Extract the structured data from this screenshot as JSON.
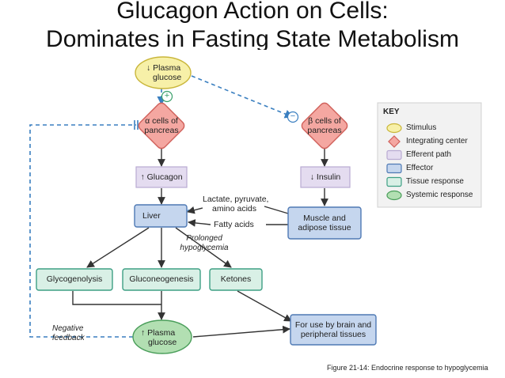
{
  "title": {
    "line1": "Glucagon Action on Cells:",
    "line2": "Dominates in Fasting State Metabolism"
  },
  "nodes": {
    "plasma_glucose_top": {
      "arrow": "↓",
      "line1": "Plasma",
      "line2": "glucose"
    },
    "alpha_cells": {
      "line1": "α cells of",
      "line2": "pancreas"
    },
    "beta_cells": {
      "line1": "β cells of",
      "line2": "pancreas"
    },
    "glucagon": {
      "arrow": "↑",
      "text": "Glucagon"
    },
    "insulin": {
      "arrow": "↓",
      "text": "Insulin"
    },
    "liver": {
      "text": "Liver"
    },
    "muscle_adipose": {
      "line1": "Muscle and",
      "line2": "adipose tissue"
    },
    "glycogenolysis": {
      "text": "Glycogenolysis"
    },
    "gluconeogenesis": {
      "text": "Gluconeogenesis"
    },
    "ketones": {
      "text": "Ketones"
    },
    "plasma_glucose_bottom": {
      "arrow": "↑",
      "line1": "Plasma",
      "line2": "glucose"
    },
    "brain_tissues": {
      "line1": "For use by brain and",
      "line2": "peripheral tissues"
    }
  },
  "annotations": {
    "lactate_line1": "Lactate, pyruvate,",
    "lactate_line2": "amino acids",
    "fatty_acids": "Fatty acids",
    "prolonged_line1": "Prolonged",
    "prolonged_line2": "hypoglycemia",
    "negative_line1": "Negative",
    "negative_line2": "feedback",
    "plus_sign": "+",
    "minus_sign": "−"
  },
  "key": {
    "title": "KEY",
    "items": [
      {
        "label": "Stimulus",
        "shape": "ellipse",
        "fill": "#f7f0a8",
        "stroke": "#c9b63a"
      },
      {
        "label": "Integrating center",
        "shape": "diamond",
        "fill": "#f4a7a1",
        "stroke": "#d0605a"
      },
      {
        "label": "Efferent path",
        "shape": "rect",
        "fill": "#e4dcf0",
        "stroke": "#b9abd3"
      },
      {
        "label": "Effector",
        "shape": "rect",
        "fill": "#c5d6ee",
        "stroke": "#4e79b4"
      },
      {
        "label": "Tissue response",
        "shape": "rect",
        "fill": "#d9f0e6",
        "stroke": "#3e9f84"
      },
      {
        "label": "Systemic response",
        "shape": "ellipse",
        "fill": "#b2dfb2",
        "stroke": "#4a9e5a"
      }
    ]
  },
  "caption": "Figure 21-14: Endocrine response to hypoglycemia",
  "colors": {
    "stimulus": "#f7f0a8",
    "integrating": "#f4a7a1",
    "efferent": "#e4dcf0",
    "effector": "#c5d6ee",
    "tissue": "#d9f0e6",
    "systemic": "#b2dfb2",
    "dashed_line": "#3a7fc0",
    "arrow": "#333333"
  }
}
